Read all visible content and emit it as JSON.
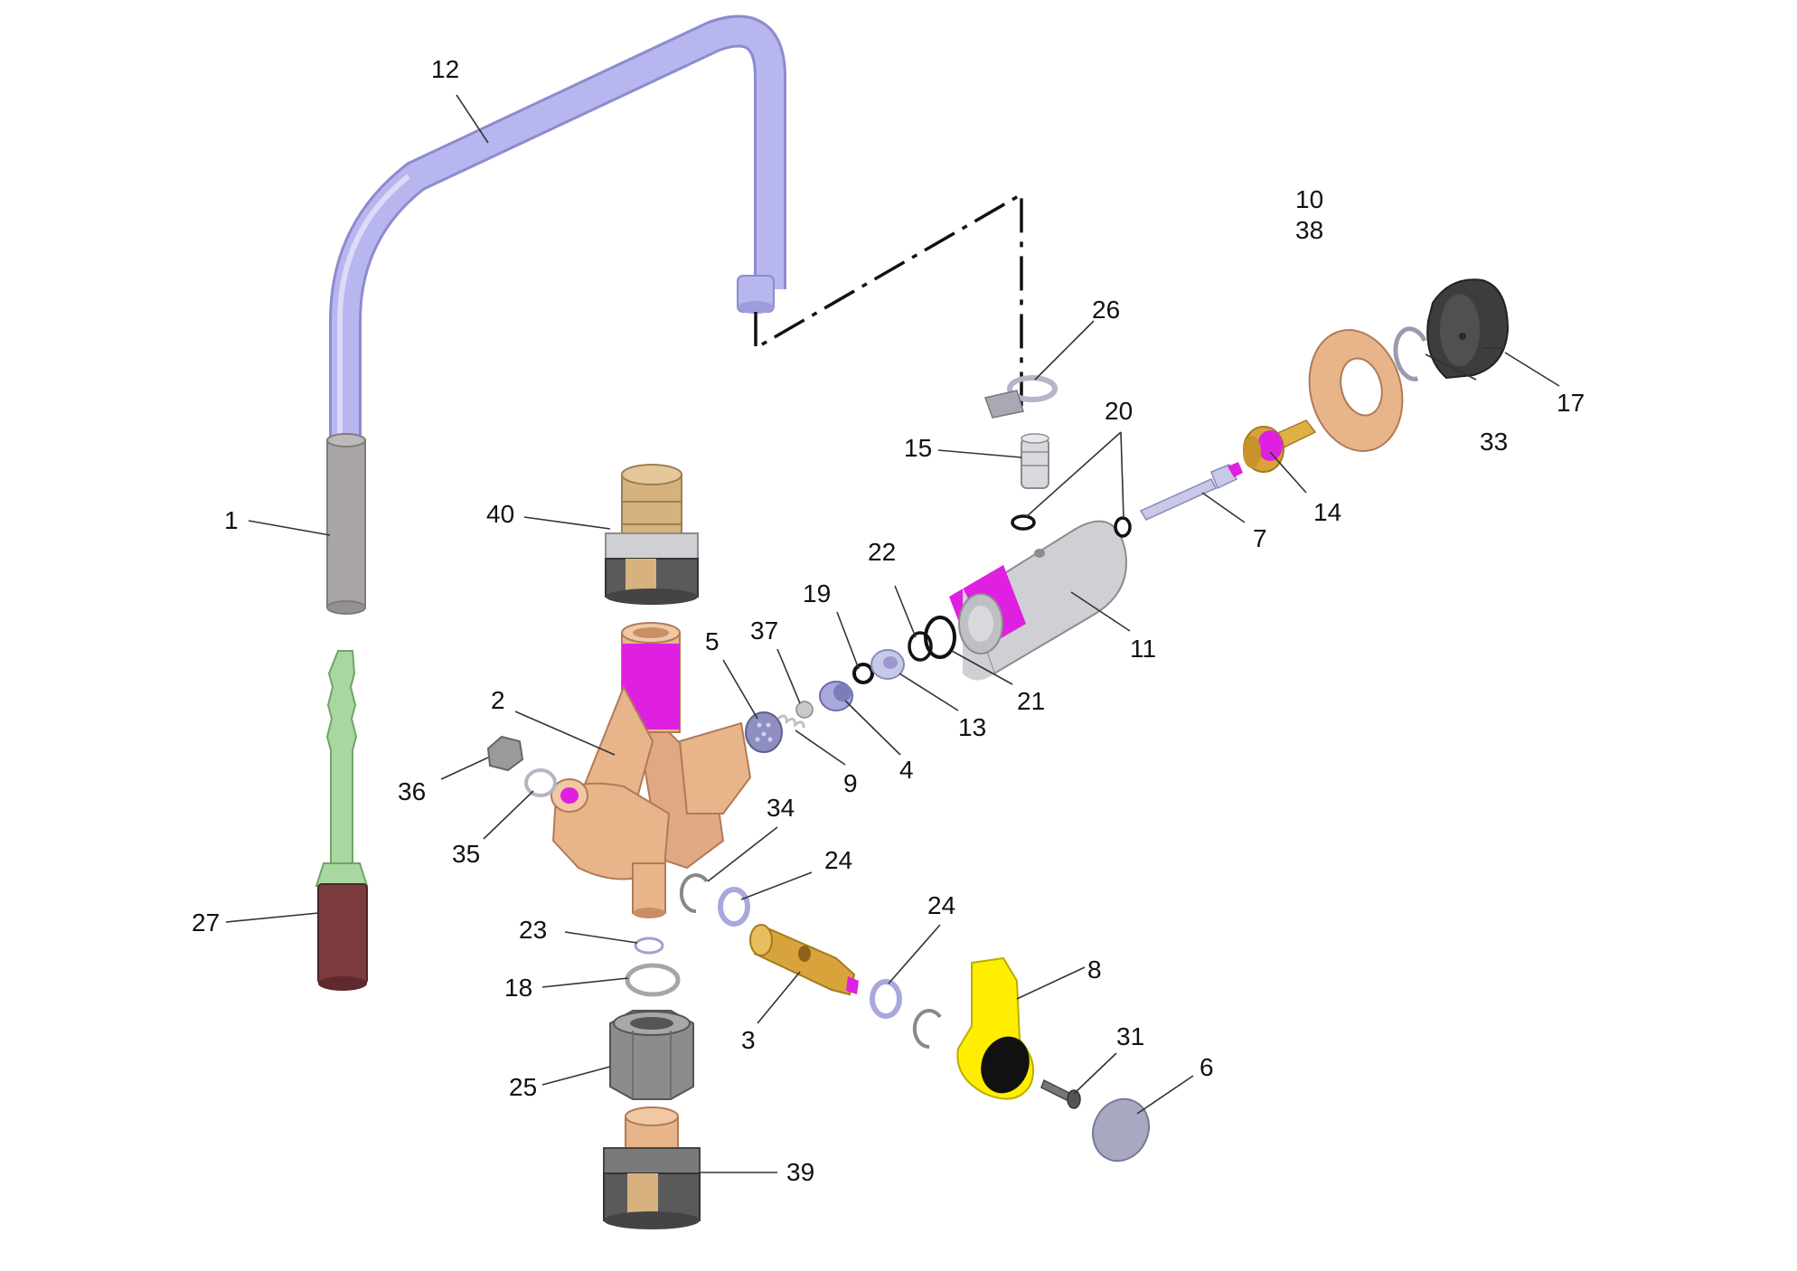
{
  "colors": {
    "spout": "#b8b6ee",
    "spout_dark": "#8d8bcf",
    "gray_sleeve": "#a9a5a6",
    "green_tube": "#a8d8a0",
    "maroon": "#7b3b3f",
    "copper": "#e8b58a",
    "copper_dark": "#c88e66",
    "magenta": "#e020e0",
    "yellow": "#ffee00",
    "lavender": "#c8c8e8",
    "silver": "#cfd0d4",
    "dark_gray": "#4a4a4a",
    "brass": "#d9a33c",
    "tan": "#d7b27e"
  },
  "labels": {
    "p1": "1",
    "p2": "2",
    "p3": "3",
    "p4": "4",
    "p5": "5",
    "p6": "6",
    "p7": "7",
    "p8": "8",
    "p9": "9",
    "p10": "10",
    "p38": "38",
    "p11": "11",
    "p12": "12",
    "p13": "13",
    "p14": "14",
    "p15": "15",
    "p17": "17",
    "p18": "18",
    "p19": "19",
    "p20": "20",
    "p21": "21",
    "p22": "22",
    "p23": "23",
    "p24a": "24",
    "p24b": "24",
    "p25": "25",
    "p26": "26",
    "p27": "27",
    "p31": "31",
    "p33": "33",
    "p34": "34",
    "p35": "35",
    "p36": "36",
    "p37": "37",
    "p39": "39",
    "p40": "40"
  }
}
